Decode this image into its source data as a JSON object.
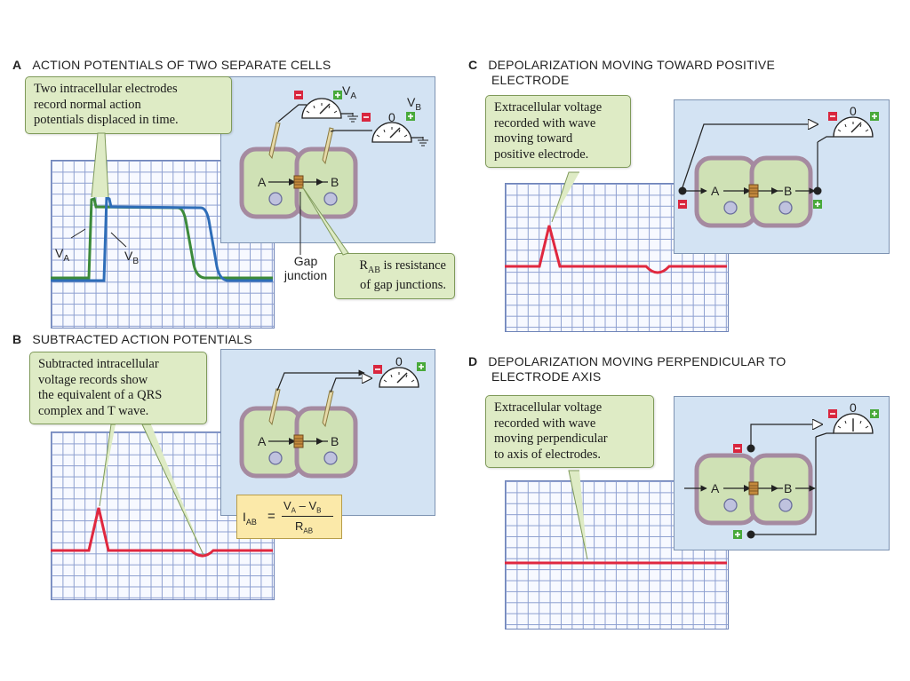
{
  "sections": {
    "a": {
      "letter": "A",
      "title": "ACTION POTENTIALS OF TWO SEPARATE CELLS",
      "callout": [
        "Two intracellular electrodes",
        "record normal action",
        "potentials displaced in time."
      ],
      "gap_label": [
        "Gap",
        "junction"
      ],
      "rab_callout_line1": "is resistance",
      "rab_callout_line2": "of gap junctions."
    },
    "b": {
      "letter": "B",
      "title": "SUBTRACTED ACTION POTENTIALS",
      "callout": [
        "Subtracted intracellular",
        "voltage records show",
        "the equivalent of a QRS",
        "complex and T wave."
      ]
    },
    "c": {
      "letter": "C",
      "title_line1": "DEPOLARIZATION MOVING TOWARD POSITIVE",
      "title_line2": "ELECTRODE",
      "callout": [
        "Extracellular voltage",
        "recorded with wave",
        "moving toward",
        "positive electrode."
      ]
    },
    "d": {
      "letter": "D",
      "title_line1": "DEPOLARIZATION MOVING PERPENDICULAR TO",
      "title_line2": "ELECTRODE AXIS",
      "callout": [
        "Extracellular voltage",
        "recorded with wave",
        "moving perpendicular",
        "to axis of electrodes."
      ]
    }
  },
  "labels": {
    "cell_a": "A",
    "cell_b": "B",
    "va": "V",
    "va_sub": "A",
    "vb": "V",
    "vb_sub": "B",
    "r": "R",
    "r_sub": "AB",
    "meter_zero": "0",
    "minus": "−",
    "plus": "+",
    "i": "I",
    "i_sub": "AB",
    "equals": "=",
    "num_va": "V",
    "num_va_sub": "A",
    "num_minus": "–",
    "num_vb": "V",
    "num_vb_sub": "B",
    "den_r": "R",
    "den_r_sub": "AB"
  },
  "colors": {
    "green_trace": "#3c8a3a",
    "blue_trace": "#2e6db8",
    "red_trace": "#e0283f",
    "panel": "#d3e3f3",
    "cell_fill": "#cfe1b5",
    "cell_border": "#a58aa0",
    "callout": "#deebc5"
  },
  "icons": [
    "voltmeter-icon",
    "electrode-icon",
    "gap-junction-icon",
    "ground-icon",
    "minus-terminal-icon",
    "plus-terminal-icon"
  ]
}
